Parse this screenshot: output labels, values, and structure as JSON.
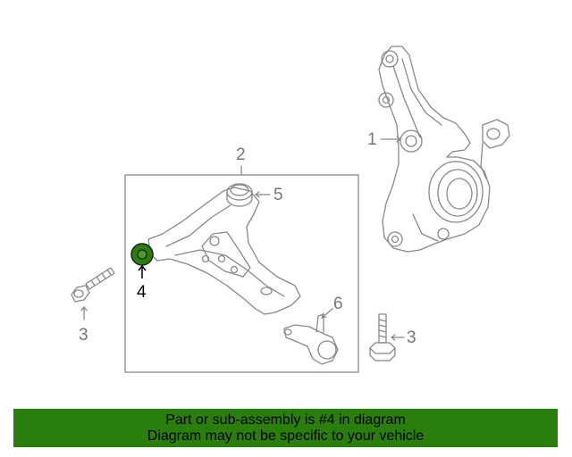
{
  "callouts": {
    "c1": "1",
    "c2": "2",
    "c3_left": "3",
    "c3_right": "3",
    "c4": "4",
    "c5": "5",
    "c6": "6"
  },
  "banner": {
    "line1": "Part or sub-assembly is #4 in diagram",
    "line2": "Diagram may not be specific to your vehicle"
  },
  "colors": {
    "highlight_part": "#2a7e0b",
    "banner_background": "#2a7e0b",
    "line_art": "#888888"
  }
}
